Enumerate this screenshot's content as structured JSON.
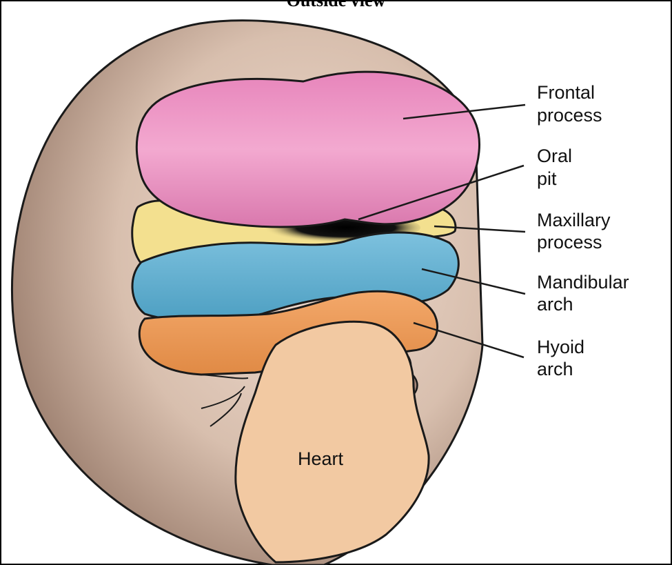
{
  "title": "Outside view",
  "labels": {
    "frontal_1": "Frontal",
    "frontal_2": "process",
    "oral_1": "Oral",
    "oral_2": "pit",
    "maxillary_1": "Maxillary",
    "maxillary_2": "process",
    "mandibular_1": "Mandibular",
    "mandibular_2": "arch",
    "hyoid_1": "Hyoid",
    "hyoid_2": "arch",
    "heart": "Heart"
  },
  "colors": {
    "head": "#bfa293",
    "frontal": "#ee98c6",
    "maxillary": "#f3e08f",
    "mandibular": "#6ab4d2",
    "hyoid": "#ee9a55",
    "heart": "#f2c9a2",
    "outline": "#1a1a1a"
  }
}
